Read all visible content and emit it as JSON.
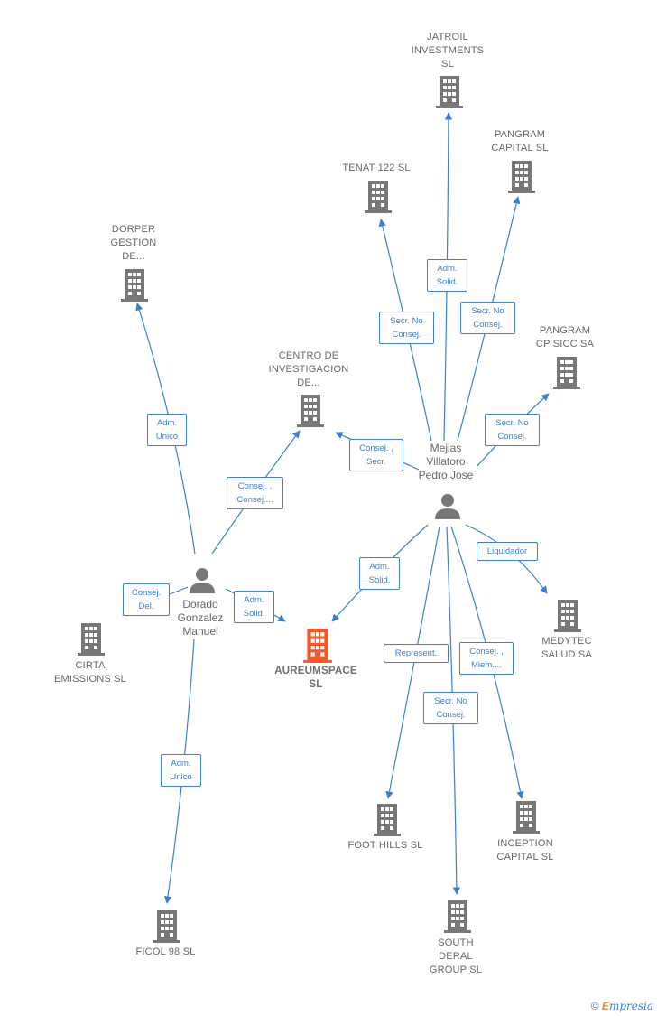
{
  "nodes": {
    "jatroil": {
      "label": [
        "JATROIL",
        "INVESTMENTS",
        "SL"
      ]
    },
    "pangram_capital": {
      "label": [
        "PANGRAM",
        "CAPITAL  SL"
      ]
    },
    "tenat": {
      "label": [
        "TENAT 122  SL"
      ]
    },
    "dorper": {
      "label": [
        "DORPER",
        "GESTION",
        "DE..."
      ]
    },
    "pangram_cp": {
      "label": [
        "PANGRAM",
        "CP SICC SA"
      ]
    },
    "centro": {
      "label": [
        "CENTRO DE",
        "INVESTIGACION",
        "DE..."
      ]
    },
    "medytec": {
      "label": [
        "MEDYTEC",
        "SALUD SA"
      ]
    },
    "cirta": {
      "label": [
        "CIRTA",
        "EMISSIONS SL"
      ]
    },
    "aureumspace": {
      "label": [
        "AUREUMSPACE",
        "SL"
      ]
    },
    "foot_hills": {
      "label": [
        "FOOT HILLS SL"
      ]
    },
    "inception": {
      "label": [
        "INCEPTION",
        "CAPITAL  SL"
      ]
    },
    "ficol": {
      "label": [
        "FICOL 98  SL"
      ]
    },
    "south_deral": {
      "label": [
        "SOUTH",
        "DERAL",
        "GROUP  SL"
      ]
    }
  },
  "persons": {
    "mejias": {
      "label": [
        "Mejias",
        "Villatoro",
        "Pedro Jose"
      ]
    },
    "dorado": {
      "label": [
        "Dorado",
        "Gonzalez",
        "Manuel"
      ]
    }
  },
  "relations": {
    "mejias_jatroil": [
      "Adm.",
      "Solid."
    ],
    "mejias_tenat": [
      "Secr.  No",
      "Consej."
    ],
    "mejias_pangram_capital": [
      "Secr.  No",
      "Consej."
    ],
    "mejias_pangram_cp": [
      "Secr.  No",
      "Consej."
    ],
    "mejias_centro": [
      "Consej. ,",
      "Secr."
    ],
    "mejias_medytec": [
      "Liquidador"
    ],
    "mejias_aureumspace": [
      "Adm.",
      "Solid."
    ],
    "mejias_foot_hills": [
      "Represent."
    ],
    "mejias_inception": [
      "Consej. ,",
      "Miem...."
    ],
    "mejias_south_deral": [
      "Secr.  No",
      "Consej."
    ],
    "dorado_dorper": [
      "Adm.",
      "Unico"
    ],
    "dorado_centro": [
      "Consej. ,",
      "Consej...."
    ],
    "dorado_cirta": [
      "Consej.",
      "Del."
    ],
    "dorado_aureumspace": [
      "Adm.",
      "Solid."
    ],
    "dorado_ficol": [
      "Adm.",
      "Unico"
    ]
  },
  "colors": {
    "edge": "#3a7fd5",
    "building": "#777777",
    "focus_building": "#f15a2b",
    "person": "#777777"
  },
  "brand": {
    "symbol": "©",
    "first_letter": "E",
    "rest": "mpresia"
  }
}
